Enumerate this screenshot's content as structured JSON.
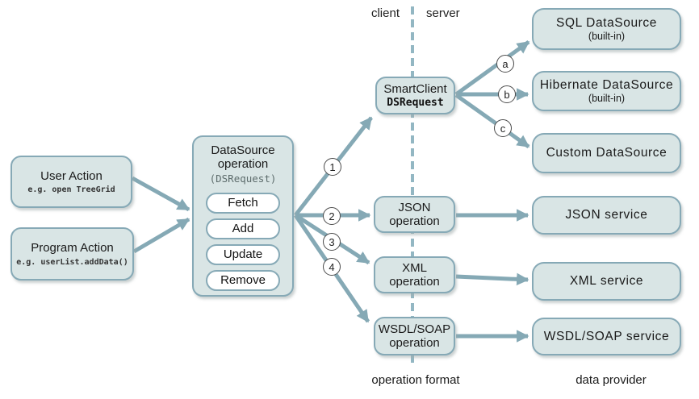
{
  "labels": {
    "client": "client",
    "server": "server",
    "operation_format": "operation format",
    "data_provider": "data provider"
  },
  "colors": {
    "box_fill": "#d9e5e5",
    "box_border": "#86a9b6",
    "arrow": "#85a9b5",
    "dashed_line": "#93b7c3",
    "badge_border": "#4a4a4a"
  },
  "boxes": {
    "user_action": {
      "title": "User Action",
      "subtitle": "e.g. open TreeGrid"
    },
    "program_action": {
      "title": "Program Action",
      "subtitle": "e.g. userList.addData()"
    },
    "datasource_operation": {
      "title": "DataSource operation",
      "subtitle": "(DSRequest)",
      "operations": [
        "Fetch",
        "Add",
        "Update",
        "Remove"
      ]
    },
    "smartclient_dsrequest": {
      "title": "SmartClient",
      "subtitle": "DSRequest"
    },
    "json_operation": {
      "title": "JSON operation"
    },
    "xml_operation": {
      "title": "XML operation"
    },
    "wsdl_operation": {
      "title": "WSDL/SOAP operation"
    },
    "sql_datasource": {
      "title": "SQL DataSource",
      "subtitle": "(built-in)"
    },
    "hibernate_datasource": {
      "title": "Hibernate DataSource",
      "subtitle": "(built-in)"
    },
    "custom_datasource": {
      "title": "Custom DataSource"
    },
    "json_service": {
      "title": "JSON service"
    },
    "xml_service": {
      "title": "XML service"
    },
    "wsdl_service": {
      "title": "WSDL/SOAP service"
    }
  },
  "connectors": {
    "numbered": [
      "1",
      "2",
      "3",
      "4"
    ],
    "lettered": [
      "a",
      "b",
      "c"
    ]
  }
}
